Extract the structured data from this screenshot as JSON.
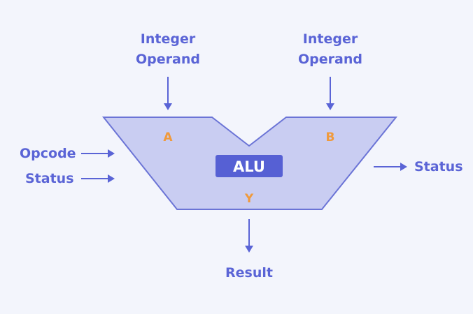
{
  "labels": {
    "operand_a_line1": "Integer",
    "operand_a_line2": "Operand",
    "operand_b_line1": "Integer",
    "operand_b_line2": "Operand",
    "opcode": "Opcode",
    "status_in": "Status",
    "status_out": "Status",
    "result": "Result"
  },
  "ports": {
    "a": "A",
    "b": "B",
    "y": "Y"
  },
  "alu": {
    "label": "ALU"
  },
  "colors": {
    "background": "#f3f5fc",
    "alu_fill": "#c9cdf2",
    "alu_stroke": "#6b74d6",
    "label_box": "#5660d4",
    "text": "#5a64d6",
    "port_text": "#f09a3c"
  }
}
